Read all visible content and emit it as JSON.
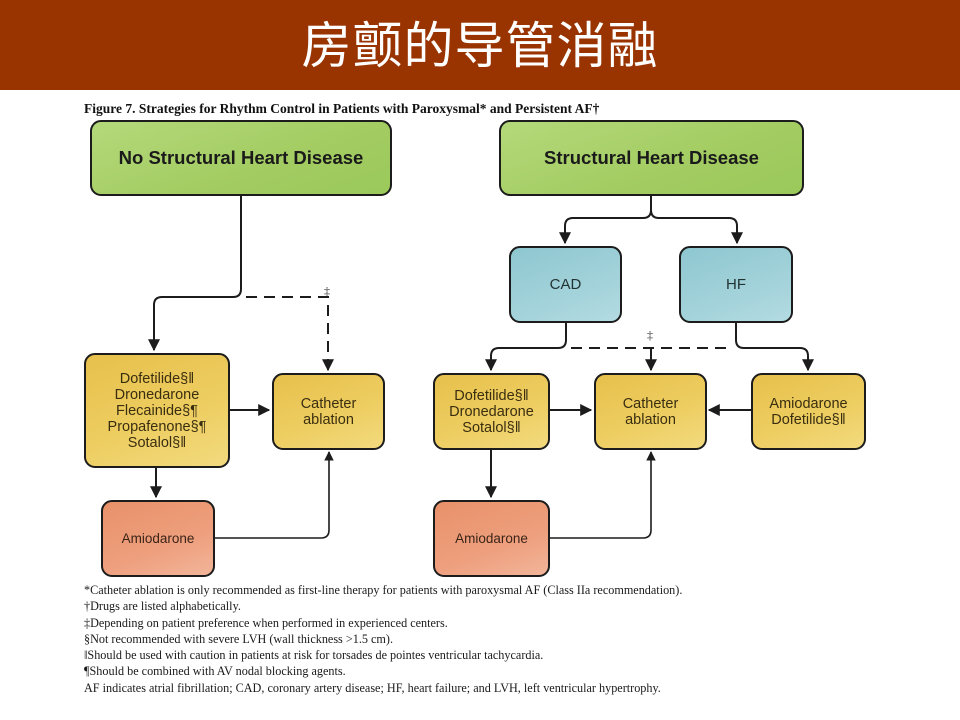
{
  "slide": {
    "title": "房颤的导管消融",
    "header_color": "#993300"
  },
  "figure": {
    "caption": "Figure 7. Strategies for Rhythm Control in Patients with Paroxysmal* and Persistent AF†",
    "dagger_mark": "‡",
    "nodes": {
      "no_shd": {
        "label": "No Structural Heart Disease",
        "color": "#a3cc62"
      },
      "shd": {
        "label": "Structural Heart Disease",
        "color": "#a3cc62"
      },
      "cad": {
        "label": "CAD",
        "color": "#a3d2da"
      },
      "hf": {
        "label": "HF",
        "color": "#a3d2da"
      },
      "left_drugs": {
        "lines": [
          "Dofetilide§‖",
          "Dronedarone",
          "Flecainide§¶",
          "Propafenone§¶",
          "Sotalol§‖"
        ],
        "color": "#edcd60"
      },
      "left_ablation": {
        "lines": [
          "Catheter",
          "ablation"
        ],
        "color": "#edcd60"
      },
      "left_amiodarone": {
        "label": "Amiodarone",
        "color": "#ee9f7d"
      },
      "cad_drugs": {
        "lines": [
          "Dofetilide§‖",
          "Dronedarone",
          "Sotalol§‖"
        ],
        "color": "#edcd60"
      },
      "right_ablation": {
        "lines": [
          "Catheter",
          "ablation"
        ],
        "color": "#edcd60"
      },
      "hf_drugs": {
        "lines": [
          "Amiodarone",
          "Dofetilide§‖"
        ],
        "color": "#edcd60"
      },
      "right_amiodarone": {
        "label": "Amiodarone",
        "color": "#ee9f7d"
      }
    },
    "edges": [
      {
        "from": "no_shd",
        "to": "left_drugs",
        "style": "solid"
      },
      {
        "from": "no_shd",
        "to": "left_ablation",
        "style": "dashed",
        "mark": "‡"
      },
      {
        "from": "left_drugs",
        "to": "left_ablation",
        "style": "solid"
      },
      {
        "from": "left_drugs",
        "to": "left_amiodarone",
        "style": "solid"
      },
      {
        "from": "left_amiodarone",
        "to": "left_ablation",
        "style": "solid"
      },
      {
        "from": "shd",
        "to": "cad",
        "style": "solid"
      },
      {
        "from": "shd",
        "to": "hf",
        "style": "solid"
      },
      {
        "from": "cad",
        "to": "cad_drugs",
        "style": "solid"
      },
      {
        "from": "cad",
        "to": "right_ablation",
        "style": "dashed",
        "mark": "‡"
      },
      {
        "from": "hf",
        "to": "right_ablation",
        "style": "dashed",
        "mark": "‡"
      },
      {
        "from": "hf",
        "to": "hf_drugs",
        "style": "solid"
      },
      {
        "from": "cad_drugs",
        "to": "right_ablation",
        "style": "solid"
      },
      {
        "from": "hf_drugs",
        "to": "right_ablation",
        "style": "solid"
      },
      {
        "from": "cad_drugs",
        "to": "right_amiodarone",
        "style": "solid"
      },
      {
        "from": "right_amiodarone",
        "to": "right_ablation",
        "style": "solid"
      }
    ],
    "footnotes": [
      "*Catheter ablation is only recommended as first-line therapy for patients with paroxysmal AF (Class IIa recommendation).",
      "†Drugs are listed alphabetically.",
      "‡Depending on patient preference when performed in experienced centers.",
      "§Not recommended with severe LVH (wall thickness >1.5 cm).",
      "‖Should be used with caution in patients at risk for torsades de pointes ventricular tachycardia.",
      "¶Should be combined with AV nodal blocking agents.",
      "AF indicates atrial fibrillation; CAD, coronary artery disease; HF, heart failure; and LVH, left ventricular hypertrophy."
    ]
  }
}
